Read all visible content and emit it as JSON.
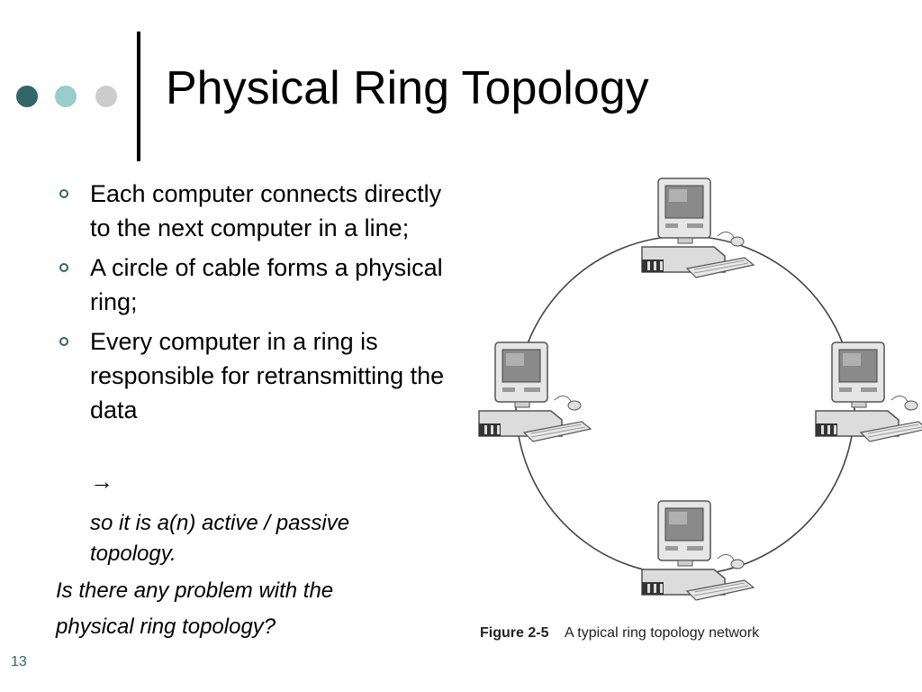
{
  "slide": {
    "title": "Physical Ring Topology",
    "page_number": "13",
    "bullets": [
      "Each computer connects directly to the next computer in a line;",
      "A circle of cable forms a physical ring;",
      "Every computer in a ring is responsible for retransmitting the data"
    ],
    "arrow_symbol": "→",
    "note": "so it is a(n) active / passive topology.",
    "question_lines": [
      "Is there any problem with the",
      "physical ring topology?"
    ]
  },
  "figure": {
    "label": "Figure 2-5",
    "caption": "A typical ring topology network",
    "computers": [
      "top",
      "left",
      "right",
      "bottom"
    ]
  },
  "colors": {
    "accent_dark": "#336666",
    "accent_light": "#99cccc",
    "accent_gray": "#cccccc"
  }
}
